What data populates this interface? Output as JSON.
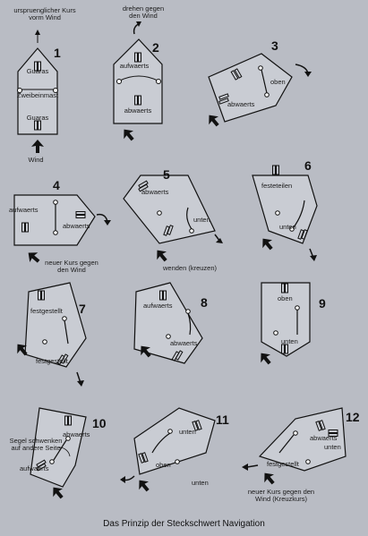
{
  "caption": "Das Prinzip der Steckschwert Navigation",
  "colors": {
    "background": "#b9bcc4",
    "hull": "#c9ccd3",
    "ink": "#1a1a1a"
  },
  "icons": {
    "wind": "wind-arrow-icon",
    "board": "leeboard-slot-icon",
    "mast": "mast-circle-icon"
  },
  "step_numbers": [
    "1",
    "2",
    "3",
    "4",
    "5",
    "6",
    "7",
    "8",
    "9",
    "10",
    "11",
    "12"
  ],
  "notes": {
    "s1_top": "urspruenglicher Kurs vorm Wind",
    "s1_guaras_top": "Guaras",
    "s1_mast": "Zweibeinmast",
    "s1_guaras_bottom": "Guaras",
    "s1_wind": "Wind",
    "s2_top": "drehen gegen den Wind",
    "s2_up": "aufwaerts",
    "s2_down": "abwaerts",
    "s3_top": "oben",
    "s3_bottom": "abwaerts",
    "s4_left": "aufwaerts",
    "s4_right": "abwaerts",
    "s5_top": "abwaerts",
    "s5_bottom": "unten",
    "s6_top": "festeteilen",
    "s6_bottom": "unten",
    "s7_course": "neuer Kurs gegen den Wind",
    "s7_top": "festgestellt",
    "s7_bottom": "festgestellt",
    "s8_heading": "wenden (kreuzen)",
    "s8_top": "aufwaerts",
    "s8_bottom": "abwaerts",
    "s9_top": "oben",
    "s9_bottom": "unten",
    "s10_top": "abwaerts",
    "s10_swing": "Segel schwenken auf andere Seite",
    "s10_bottom": "aufwaerts",
    "s11_top": "unten",
    "s11_mid": "oben",
    "s11_bottom": "unten",
    "s12_top": "abwaerts",
    "s12_bottom": "festgestellt",
    "s12_right": "unten",
    "s12_course": "neuer Kurs gegen den Wind (Kreuzkurs)"
  }
}
